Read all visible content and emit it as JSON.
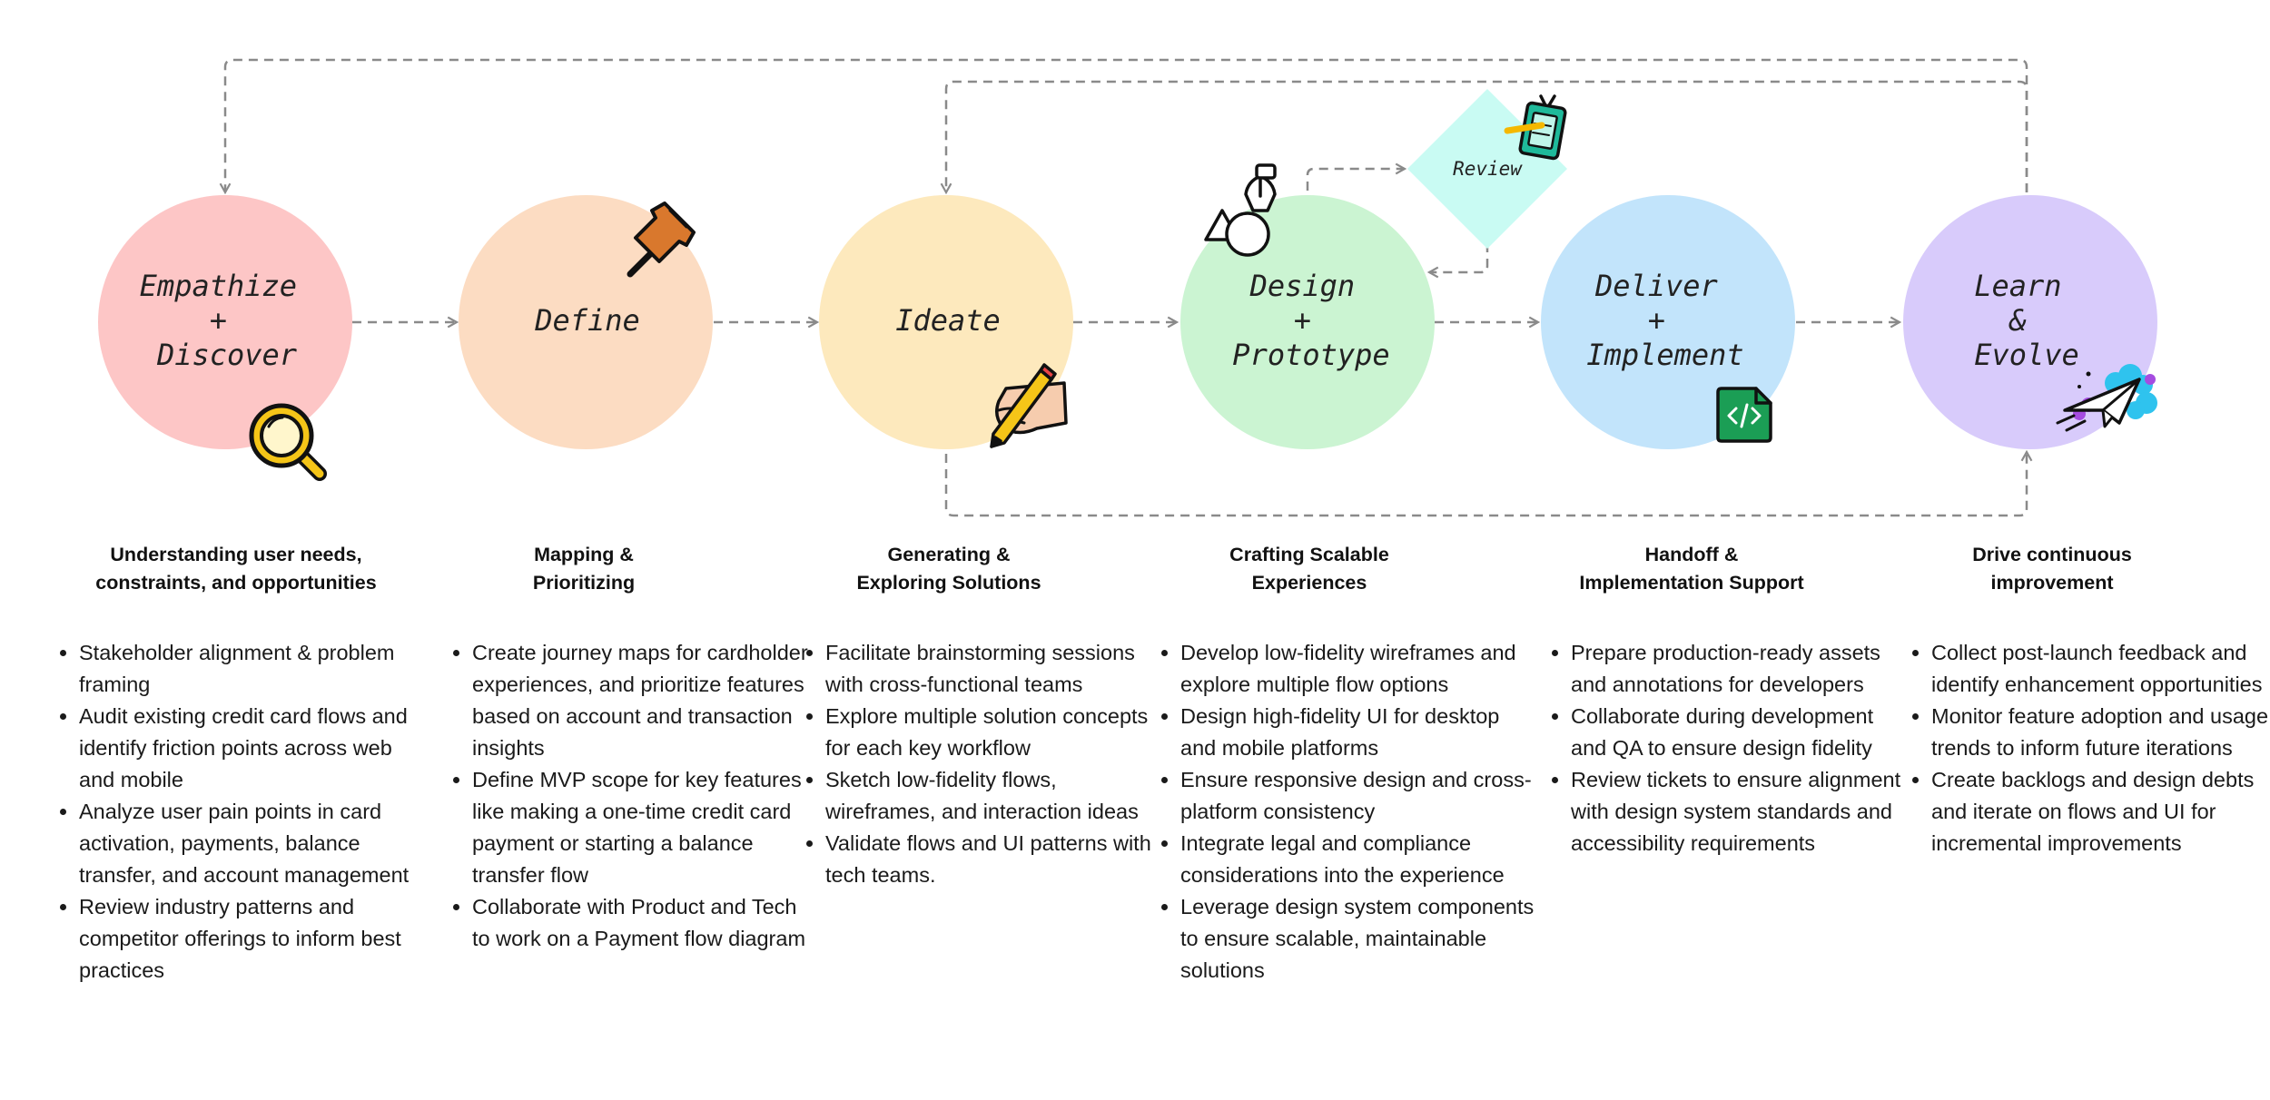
{
  "review_label": "Review",
  "colors": {
    "connector": "#8a8a8a",
    "review_diamond": "#c9fbf3",
    "icon_outline": "#111111"
  },
  "stages": [
    {
      "id": "empathize",
      "title_lines": [
        "Empathize",
        "+",
        "Discover"
      ],
      "circle_color": "#fdc6c6",
      "icon": "magnifying-glass-icon",
      "heading_lines": [
        "Understanding user needs,",
        "constraints, and opportunities"
      ],
      "bullets": [
        "Stakeholder alignment & problem framing",
        "Audit existing credit card flows and identify friction points across web and mobile",
        "Analyze user pain points in card activation, payments, balance transfer, and account management",
        "Review industry patterns and competitor offerings to inform best practices"
      ]
    },
    {
      "id": "define",
      "title_lines": [
        "Define"
      ],
      "circle_color": "#fcdcc2",
      "icon": "pushpin-icon",
      "heading_lines": [
        "Mapping &",
        "Prioritizing"
      ],
      "bullets": [
        "Create journey maps for cardholder experiences, and prioritize features based on account and transaction insights",
        "Define MVP scope for key features like making a one-time credit card payment or starting a balance transfer flow",
        "Collaborate with Product and Tech to work on a Payment flow diagram"
      ]
    },
    {
      "id": "ideate",
      "title_lines": [
        "Ideate"
      ],
      "circle_color": "#fde9bd",
      "icon": "hand-pencil-icon",
      "heading_lines": [
        "Generating &",
        "Exploring Solutions"
      ],
      "bullets": [
        "Facilitate brainstorming sessions with cross-functional teams",
        "Explore multiple solution concepts for each key workflow",
        "Sketch low-fidelity flows, wireframes, and interaction ideas",
        "Validate flows and UI patterns with tech teams."
      ]
    },
    {
      "id": "design",
      "title_lines": [
        "Design",
        "+",
        "Prototype"
      ],
      "circle_color": "#cbf4d2",
      "icon": "pen-tool-shapes-icon",
      "heading_lines": [
        "Crafting Scalable",
        "Experiences"
      ],
      "bullets": [
        "Develop low-fidelity wireframes and explore multiple flow options",
        "Design high-fidelity UI for desktop and mobile platforms",
        "Ensure responsive design and cross-platform consistency",
        "Integrate legal and compliance considerations into the experience",
        "Leverage design system components to ensure scalable, maintainable solutions"
      ]
    },
    {
      "id": "deliver",
      "title_lines": [
        "Deliver",
        "+",
        "Implement"
      ],
      "circle_color": "#c2e4fb",
      "icon": "code-file-icon",
      "heading_lines": [
        "Handoff &",
        "Implementation Support"
      ],
      "bullets": [
        "Prepare production-ready assets and annotations for developers",
        "Collaborate during development and QA to ensure design fidelity",
        "Review tickets to ensure alignment with design system standards and accessibility requirements"
      ]
    },
    {
      "id": "learn",
      "title_lines": [
        "Learn",
        "&",
        "Evolve"
      ],
      "circle_color": "#d8cbfb",
      "icon": "paper-plane-icon",
      "heading_lines": [
        "Drive continuous",
        "improvement"
      ],
      "bullets": [
        "Collect post-launch feedback and identify enhancement opportunities",
        "Monitor feature adoption and usage trends to inform future iterations",
        "Create backlogs and design debts and iterate on flows and UI for incremental improvements"
      ]
    }
  ]
}
